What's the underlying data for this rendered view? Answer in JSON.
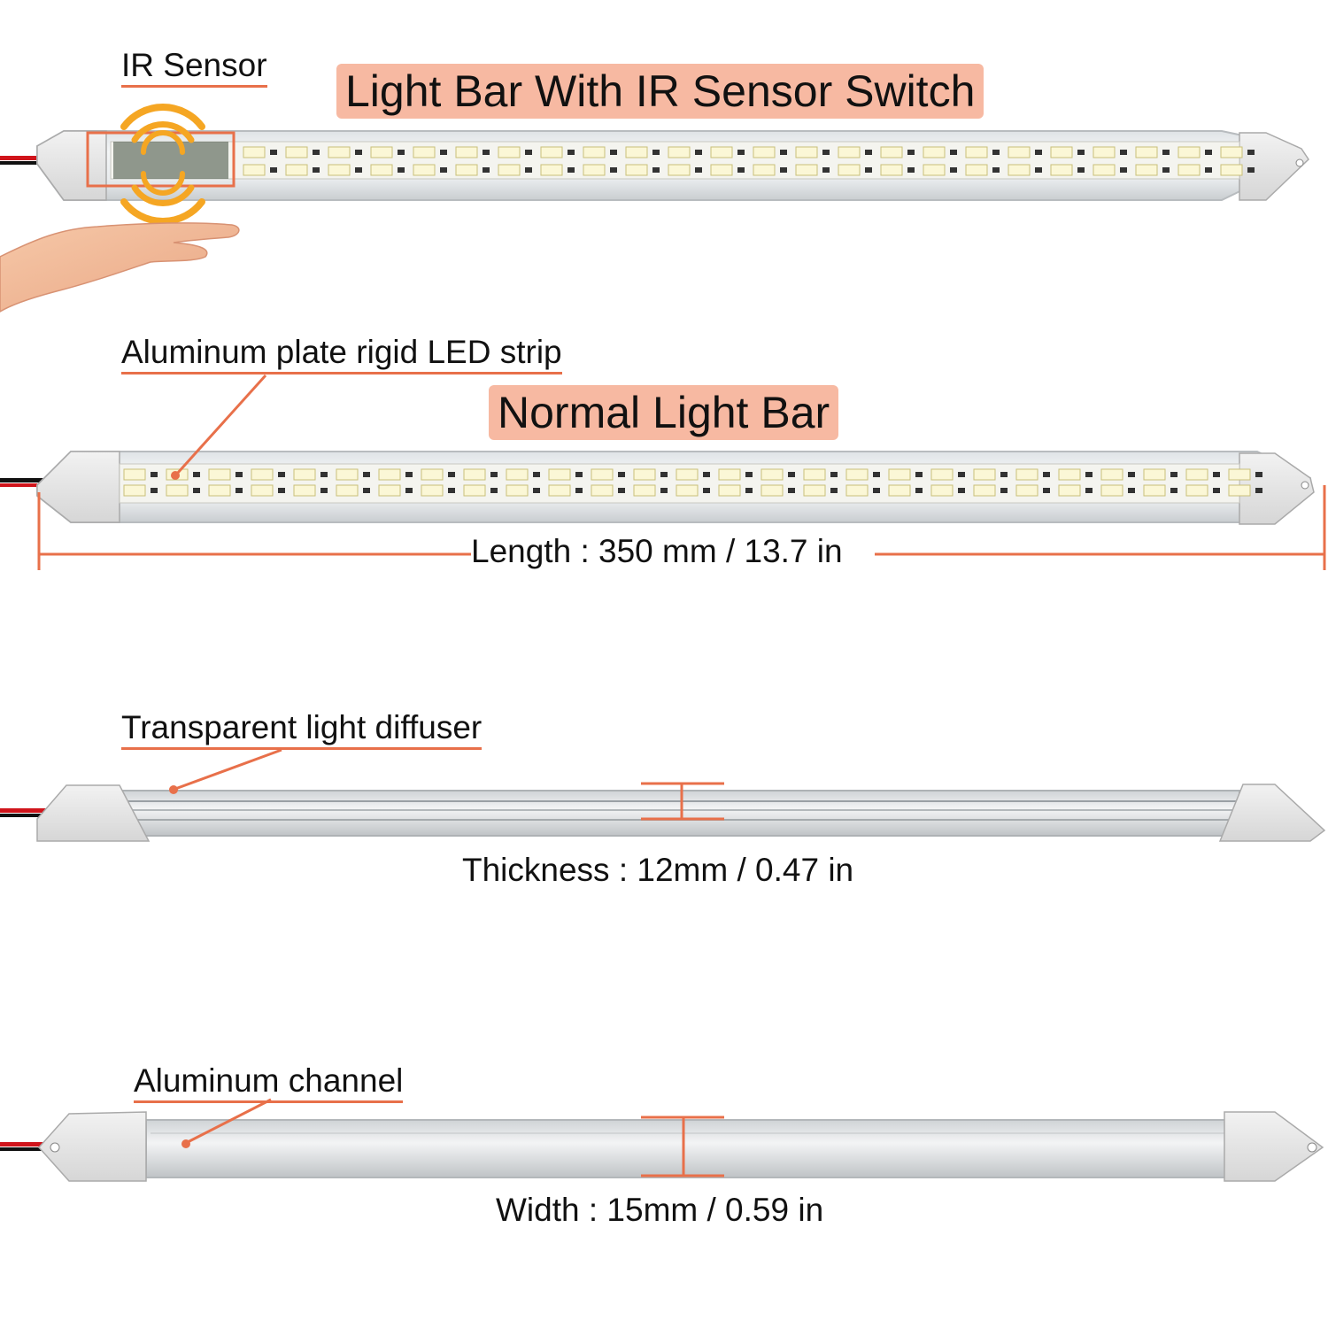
{
  "labels": {
    "ir_sensor": "IR Sensor",
    "aluminum_strip": "Aluminum plate rigid LED strip",
    "diffuser": "Transparent light diffuser",
    "channel": "Aluminum channel"
  },
  "banners": {
    "ir_bar": "Light Bar With IR Sensor Switch",
    "normal_bar": "Normal Light Bar"
  },
  "dimensions": {
    "length": "Length : 350 mm / 13.7 in",
    "thickness": "Thickness : 12mm / 0.47 in",
    "width": "Width : 15mm / 0.59 in"
  },
  "colors": {
    "accent": "#e8704a",
    "banner_bg": "#f7b9a2",
    "wave": "#f5a623",
    "wire_red": "#d0141b",
    "wire_black": "#111111"
  },
  "icons": [
    "ir-wave-icon",
    "hand-icon"
  ]
}
